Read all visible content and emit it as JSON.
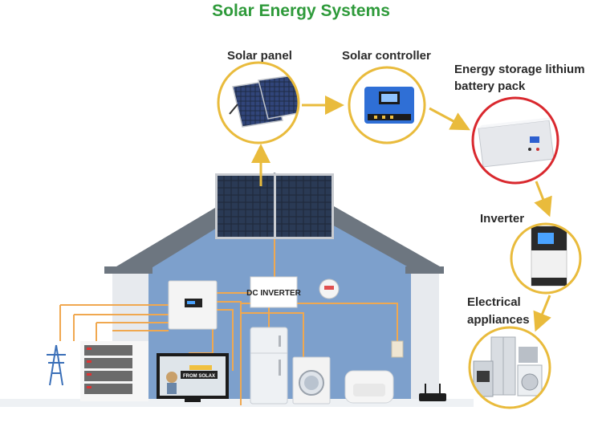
{
  "title": "Solar Energy Systems",
  "labels": {
    "solar_panel": "Solar panel",
    "solar_controller": "Solar controller",
    "battery_line1": "Energy storage lithium",
    "battery_line2": "battery pack",
    "inverter": "Inverter",
    "appliances_line1": "Electrical",
    "appliances_line2": "appliances"
  },
  "house_inverter_label": "DC INVERTER",
  "tv_screen_text": "FROM SOLAX",
  "colors": {
    "title_green": "#2e9a3a",
    "circle_gold": "#e9bb3c",
    "circle_red": "#d9282e",
    "house_blue": "#7da0cc",
    "roof_gray": "#6d7680",
    "wire_orange": "#f0a850"
  }
}
